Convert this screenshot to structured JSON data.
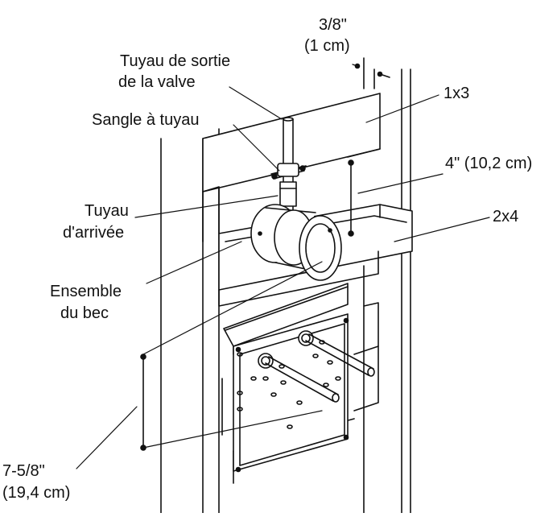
{
  "labels": {
    "gap_fraction": "3/8\"",
    "gap_metric": "(1 cm)",
    "outlet_line1": "Tuyau de sortie",
    "outlet_line2": "de la valve",
    "strap": "Sangle à tuyau",
    "inlet_line1": "Tuyau",
    "inlet_line2": "d'arrivée",
    "spout_line1": "Ensemble",
    "spout_line2": "du bec",
    "board_1x3": "1x3",
    "spacing_4in": "4\" (10,2 cm)",
    "board_2x4": "2x4",
    "height_fraction": "7-5/8\"",
    "height_metric": "(19,4 cm)"
  }
}
